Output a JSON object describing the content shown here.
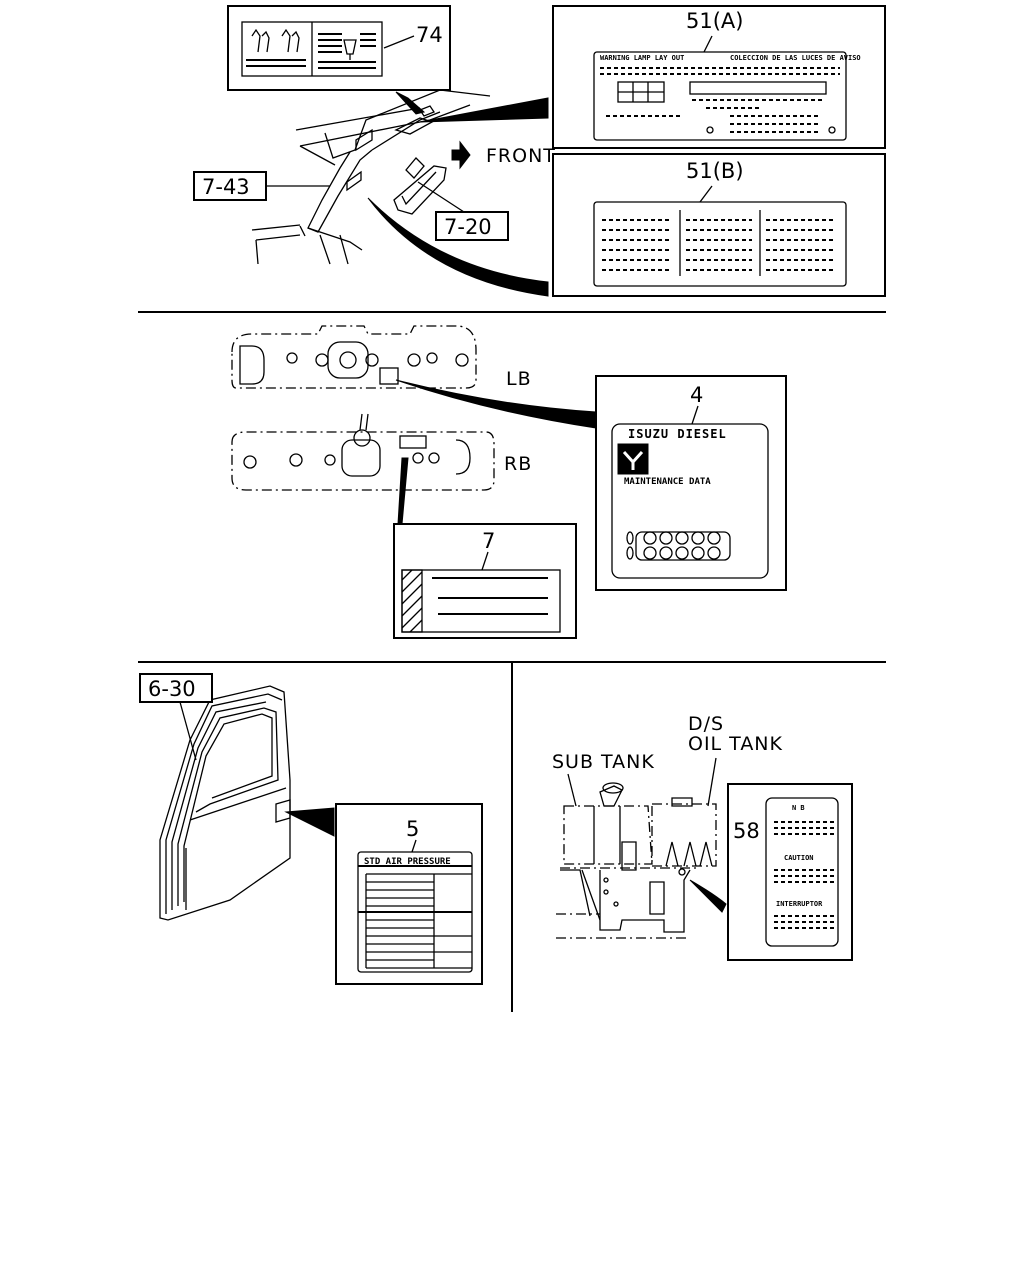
{
  "callouts": {
    "c74": "74",
    "c51a": "51(A)",
    "c51b": "51(B)",
    "c743": "7-43",
    "c720": "7-20",
    "c4": "4",
    "c7": "7",
    "c630": "6-30",
    "c5": "5",
    "c58": "58"
  },
  "labels": {
    "front": "FRONT",
    "lb": "LB",
    "rb": "RB",
    "sub_tank": "SUB TANK",
    "ds": "D/S",
    "oil_tank": "OIL TANK"
  },
  "decals": {
    "warning_lamp": "WARNING LAMP LAY OUT",
    "coleccion": "COLECCION DE LAS LUCES DE AVISO",
    "isuzu_diesel": "ISUZU DIESEL",
    "maintenance": "MAINTENANCE DATA",
    "std_air": "STD AIR PRESSURE",
    "caution": "CAUTION",
    "interruptor": "INTERRUPTOR"
  }
}
